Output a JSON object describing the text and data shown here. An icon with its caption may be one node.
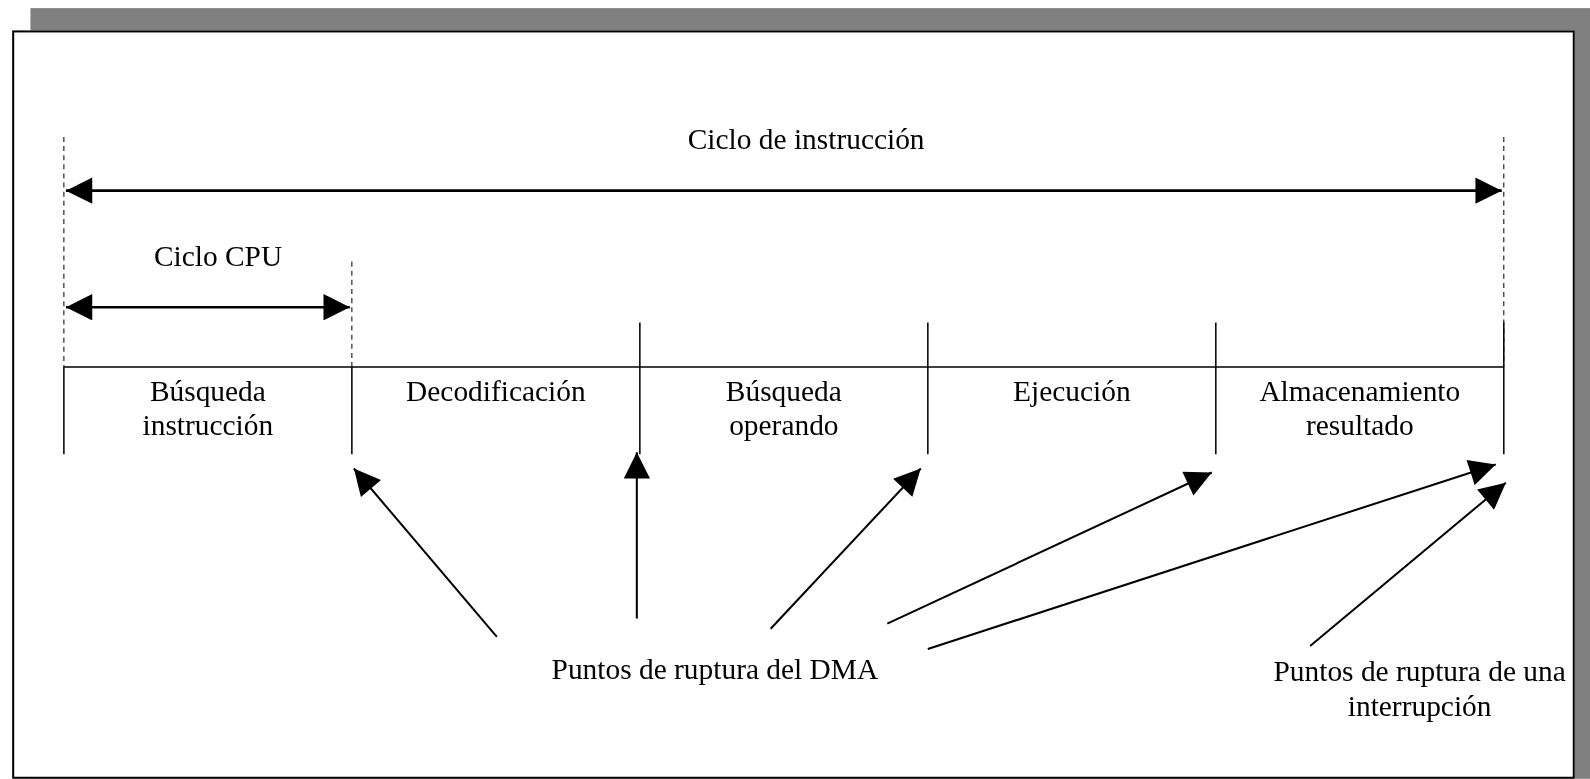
{
  "diagram": {
    "nodes": [
      {
        "text": [
          "Puntos de ruptura del DMA"
        ]
      },
      {
        "text": [
          "Puntos de ruptura de una interrupción"
        ]
      }
    ],
    "edges": [
      {
        "from": 0,
        "to": null,
        "arrow": "to"
      },
      {
        "from": 0,
        "to": null,
        "arrow": "to"
      },
      {
        "from": 0,
        "to": null,
        "arrow": "to"
      },
      {
        "from": 0,
        "to": null,
        "arrow": "to"
      },
      {
        "from": 0,
        "to": null,
        "arrow": "to"
      },
      {
        "from": 1,
        "to": null,
        "arrow": "to"
      }
    ],
    "labels": [
      "Ciclo de instrucción",
      "Ciclo CPU",
      "Búsqueda instrucción",
      "Decodificación",
      "Búsqueda operando",
      "Ejecución",
      "Almacenamiento resultado"
    ]
  }
}
